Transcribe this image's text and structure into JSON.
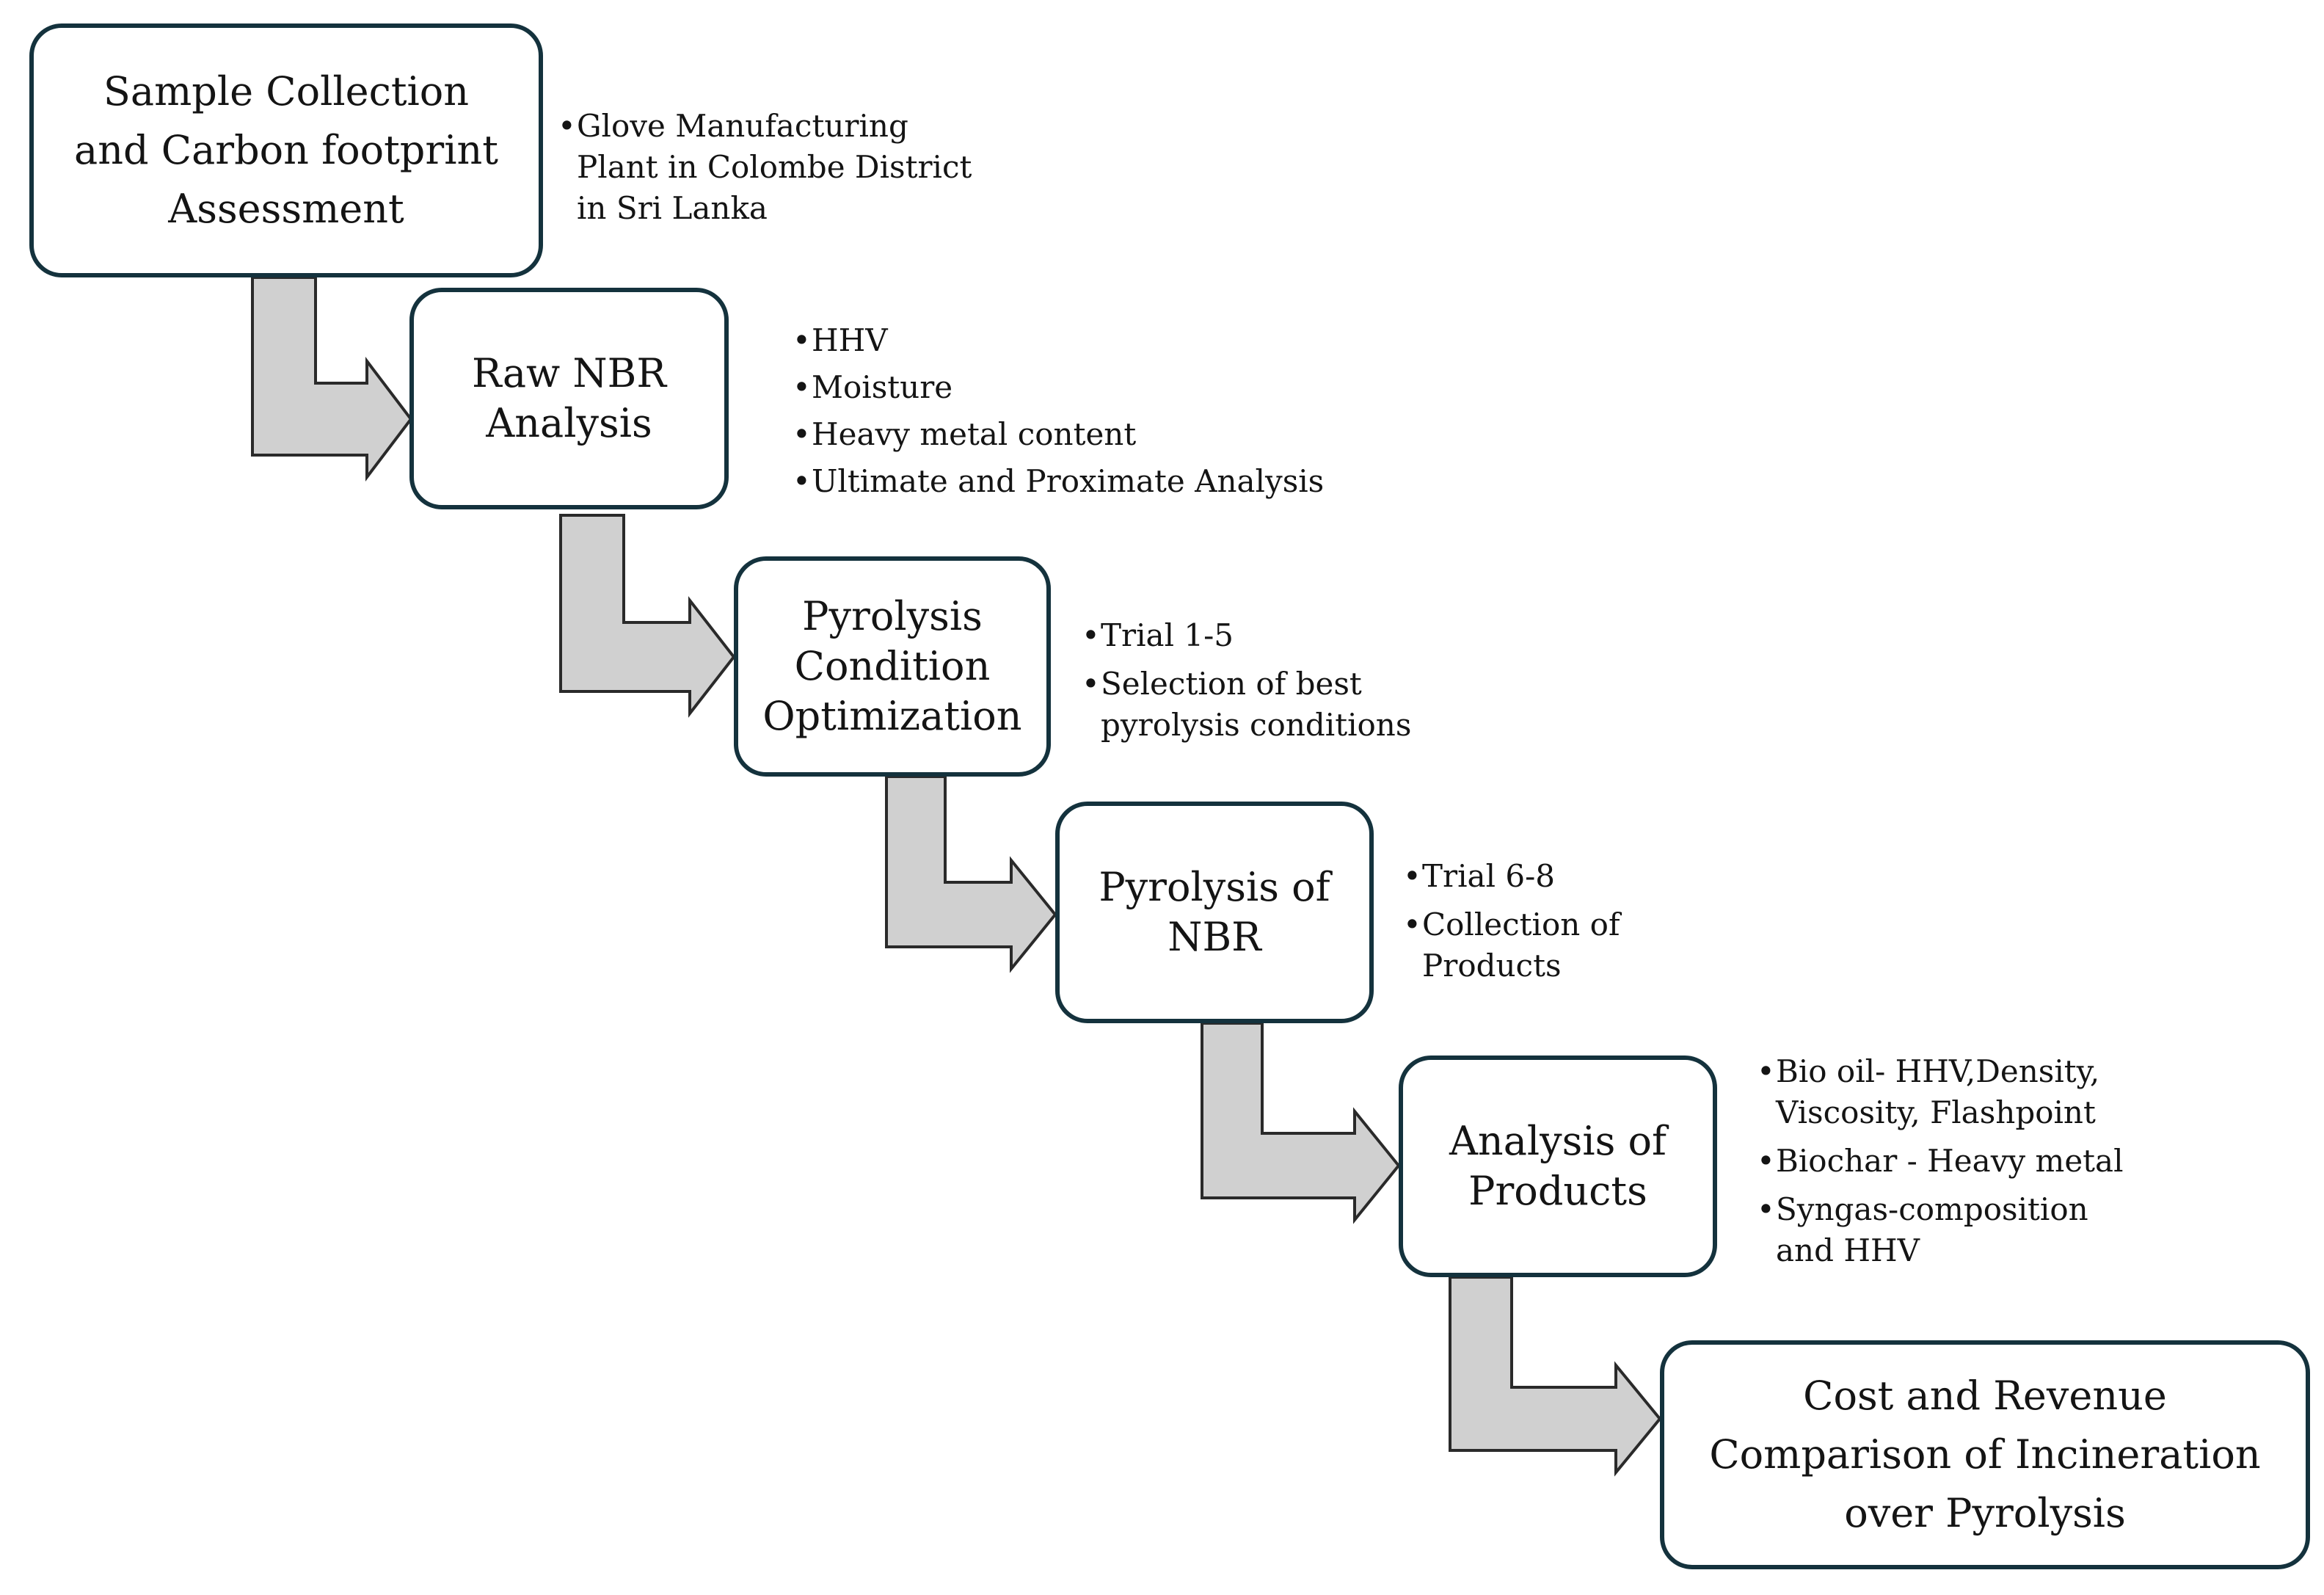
{
  "steps": [
    {
      "lines": [
        "Sample Collection",
        "and Carbon footprint",
        "Assessment"
      ],
      "notes": [
        [
          "Glove Manufacturing",
          "Plant in Colombe District",
          "in Sri Lanka"
        ]
      ]
    },
    {
      "lines": [
        "Raw NBR",
        "Analysis"
      ],
      "notes": [
        [
          "HHV"
        ],
        [
          "Moisture"
        ],
        [
          "Heavy metal content"
        ],
        [
          "Ultimate and Proximate Analysis"
        ]
      ]
    },
    {
      "lines": [
        "Pyrolysis",
        "Condition",
        "Optimization"
      ],
      "notes": [
        [
          "Trial 1-5"
        ],
        [
          "Selection of best",
          "pyrolysis conditions"
        ]
      ]
    },
    {
      "lines": [
        "Pyrolysis of",
        "NBR"
      ],
      "notes": [
        [
          "Trial 6-8"
        ],
        [
          "Collection of",
          "Products"
        ]
      ]
    },
    {
      "lines": [
        "Analysis of",
        "Products"
      ],
      "notes": [
        [
          "Bio oil- HHV,Density,",
          "Viscosity, Flashpoint"
        ],
        [
          "Biochar - Heavy metal"
        ],
        [
          "Syngas-composition",
          "and HHV"
        ]
      ]
    },
    {
      "lines": [
        "Cost and Revenue",
        "Comparison of Incineration",
        "over Pyrolysis"
      ],
      "notes": []
    }
  ],
  "colors": {
    "box_border": "#14323d",
    "arrow_fill": "#d0d0d0",
    "arrow_stroke": "#2a2a2a",
    "text": "#141414"
  }
}
